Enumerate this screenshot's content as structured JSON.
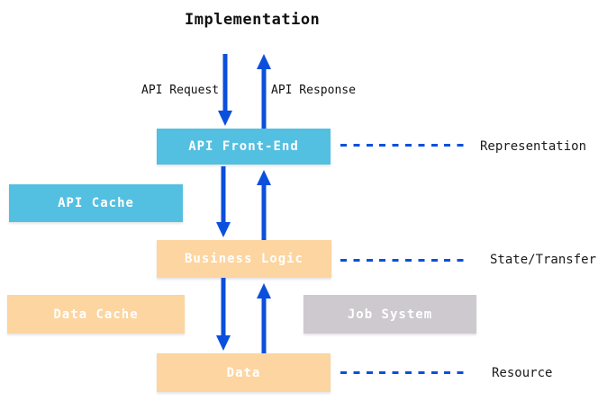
{
  "title": "Implementation",
  "flow_labels": {
    "request": "API Request",
    "response": "API Response"
  },
  "boxes": {
    "api_front_end": {
      "label": "API Front-End",
      "color": "#53bfe1"
    },
    "api_cache": {
      "label": "API Cache",
      "color": "#53bfe1"
    },
    "business_logic": {
      "label": "Business Logic",
      "color": "#fcd5a0"
    },
    "data_cache": {
      "label": "Data Cache",
      "color": "#fcd5a0"
    },
    "job_system": {
      "label": "Job System",
      "color": "#cdc9cf"
    },
    "data": {
      "label": "Data",
      "color": "#fcd5a0"
    }
  },
  "layer_labels": {
    "representation": "Representation",
    "state_transfer": "State/Transfer",
    "resource": "Resource"
  },
  "colors": {
    "arrow_blue": "#0b50dc",
    "dash_blue": "#0b50dc",
    "box_text": "#ffffff",
    "label_text": "#1a1a1a"
  }
}
